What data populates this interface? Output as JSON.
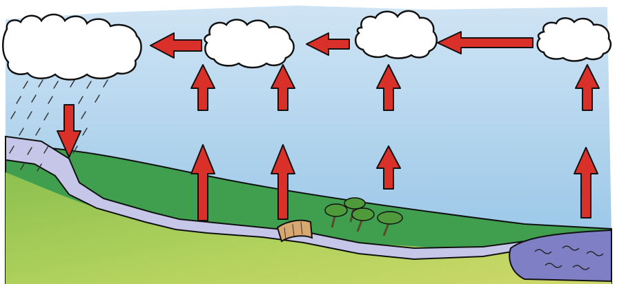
{
  "diagram": {
    "title": "",
    "labels": [],
    "colors": {
      "sky_top": "#cfe4f4",
      "sky_bottom": "#9cc8e8",
      "cloud_fill": "#ffffff",
      "outline": "#111111",
      "arrow_fill": "#d9302a",
      "grass_light": "#a8cf5a",
      "grass_dark": "#3f9f4f",
      "river": "#c6c6e8",
      "lake": "#7f7fc6",
      "tree_crown": "#4f9a3a",
      "trunk": "#5a4a2a",
      "dam": "#d9a870"
    },
    "elements": {
      "clouds": 4,
      "upward_arrows": 8,
      "leftward_arrows": 3,
      "rain_arrows": 1,
      "trees": 4,
      "dam": 1
    }
  }
}
